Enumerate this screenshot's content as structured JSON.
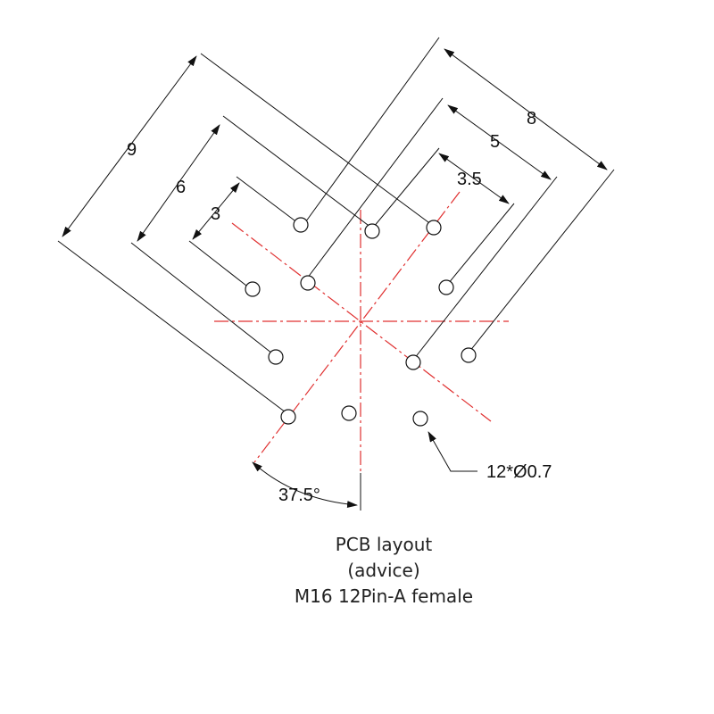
{
  "dimensions": {
    "left_outer": "9",
    "left_mid": "6",
    "left_inner": "3",
    "right_outer": "8",
    "right_mid": "5",
    "right_inner": "3.5",
    "angle": "37.5°",
    "hole_callout": "12*Ø0.7"
  },
  "caption": {
    "line1": "PCB layout",
    "line2": "(advice)",
    "line3": "M16 12Pin-A female"
  },
  "colors": {
    "line": "#111111",
    "centerline": "#e03030"
  }
}
